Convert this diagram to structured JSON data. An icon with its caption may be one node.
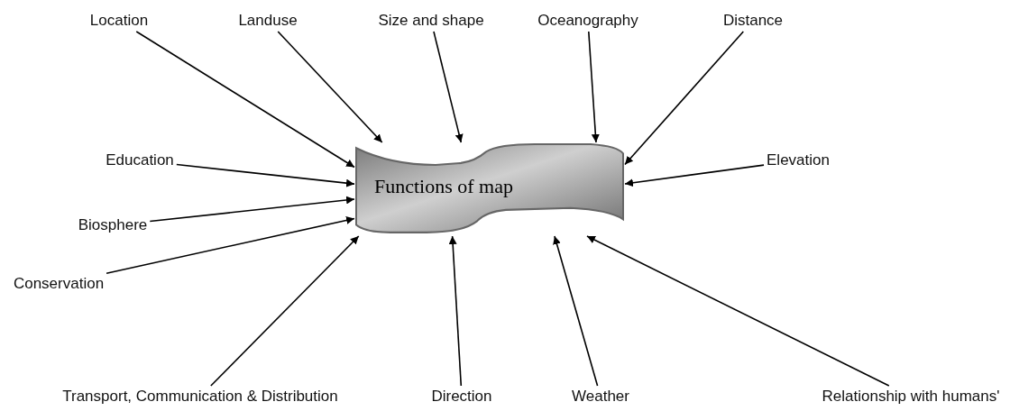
{
  "diagram": {
    "nodes": [
      {
        "text": [
          "Location"
        ]
      },
      {
        "text": [
          "Landuse"
        ]
      },
      {
        "text": [
          "Size and shape"
        ]
      },
      {
        "text": [
          "Oceanography"
        ]
      },
      {
        "text": [
          "Distance"
        ]
      },
      {
        "text": [
          "Education"
        ]
      },
      {
        "text": [
          "Functions of map"
        ]
      },
      {
        "text": [
          "Elevation"
        ]
      },
      {
        "text": [
          "Biosphere"
        ]
      },
      {
        "text": [
          "Conservation"
        ]
      },
      {
        "text": [
          "Transport, Communication & Distribution"
        ]
      },
      {
        "text": [
          "Direction"
        ]
      },
      {
        "text": [
          "Weather"
        ]
      },
      {
        "text": [
          "Relationship with humans'"
        ]
      }
    ],
    "edges": [
      {
        "from": 0,
        "to": 6,
        "arrow": "to"
      },
      {
        "from": 1,
        "to": 6,
        "arrow": "to"
      },
      {
        "from": 2,
        "to": 6,
        "arrow": "to"
      },
      {
        "from": 3,
        "to": 6,
        "arrow": "to"
      },
      {
        "from": 4,
        "to": 6,
        "arrow": "to"
      },
      {
        "from": 5,
        "to": 6,
        "arrow": "to"
      },
      {
        "from": 7,
        "to": 6,
        "arrow": "to"
      },
      {
        "from": 8,
        "to": 6,
        "arrow": "to"
      },
      {
        "from": 9,
        "to": 6,
        "arrow": "to"
      },
      {
        "from": 10,
        "to": 6,
        "arrow": "to"
      },
      {
        "from": 11,
        "to": 6,
        "arrow": "to"
      },
      {
        "from": 12,
        "to": 6,
        "arrow": "to"
      },
      {
        "from": 13,
        "to": 6,
        "arrow": "to"
      }
    ]
  }
}
